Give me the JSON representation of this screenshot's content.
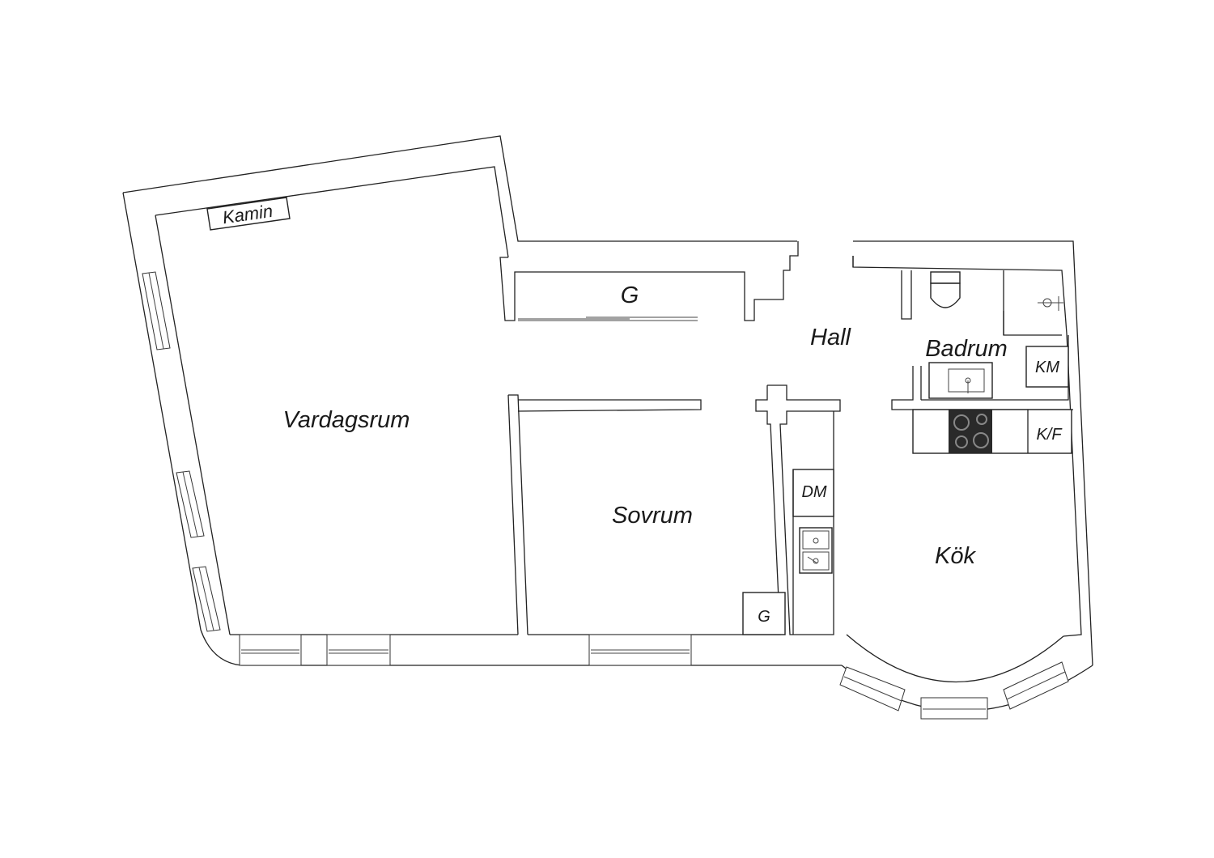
{
  "floorplan": {
    "rooms": {
      "living_room": "Vardagsrum",
      "bedroom": "Sovrum",
      "hall": "Hall",
      "bathroom": "Badrum",
      "kitchen": "Kök"
    },
    "fixtures": {
      "fireplace": "Kamin",
      "wardrobe_hall": "G",
      "wardrobe_bedroom": "G",
      "washing_machine": "KM",
      "fridge_freezer": "K/F",
      "dishwasher": "DM"
    }
  }
}
